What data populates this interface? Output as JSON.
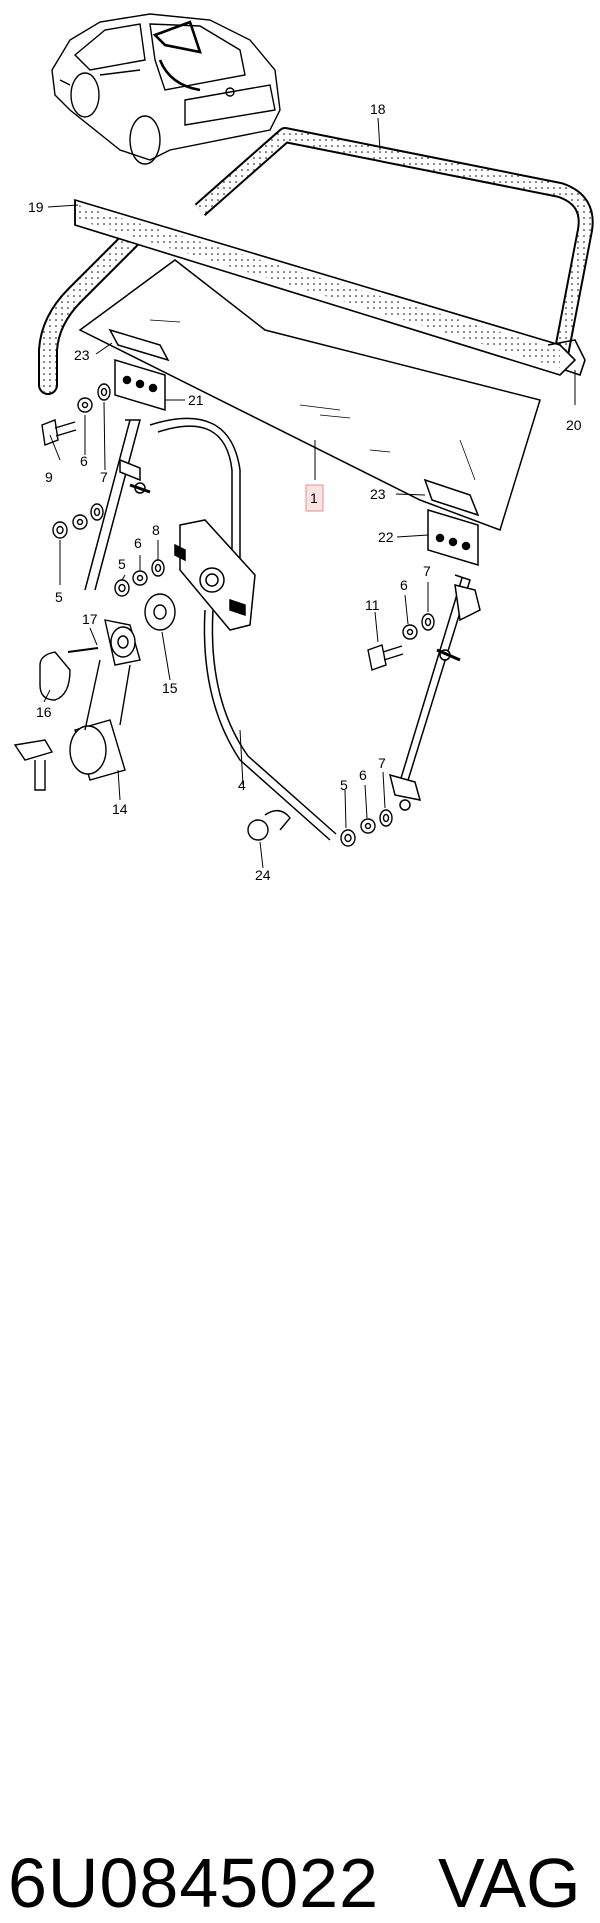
{
  "diagram": {
    "callouts": {
      "c1": "1",
      "c4": "4",
      "c5a": "5",
      "c5b": "5",
      "c5c": "5",
      "c6a": "6",
      "c6b": "6",
      "c6c": "6",
      "c6d": "6",
      "c7a": "7",
      "c7b": "7",
      "c7c": "7",
      "c8": "8",
      "c9": "9",
      "c11": "11",
      "c14": "14",
      "c15": "15",
      "c16": "16",
      "c17": "17",
      "c18": "18",
      "c19": "19",
      "c20": "20",
      "c21": "21",
      "c22": "22",
      "c23a": "23",
      "c23b": "23",
      "c24": "24"
    }
  },
  "footer": {
    "part_number": "6U0845022",
    "brand": "VAG"
  },
  "colors": {
    "line": "#000000",
    "highlight_box": "#e8a0a0",
    "highlight_fill": "#fbe3e3"
  }
}
